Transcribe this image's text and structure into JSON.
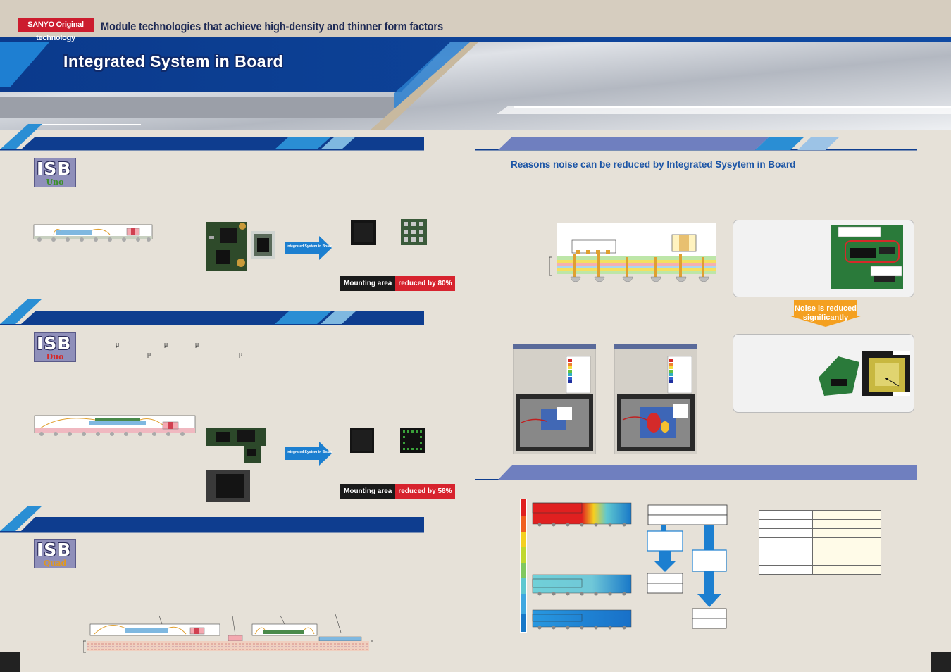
{
  "header": {
    "badge": "SANYO Original technology",
    "title": "Module technologies that achieve high-density and thinner form factors",
    "hero_title": "Integrated System in Board"
  },
  "sections": {
    "uno": {
      "logo_main": "ISB",
      "logo_sub": "Uno",
      "arrow_label": "Integrated System in Board",
      "mounting_area": "Mounting area",
      "reduction": "reduced by 80%"
    },
    "duo": {
      "logo_main": "ISB",
      "logo_sub": "Duo",
      "arrow_label": "Integrated System in Board",
      "mounting_area": "Mounting area",
      "reduction": "reduced by 58%",
      "micro_symbol": "μ"
    },
    "quad": {
      "logo_main": "ISB",
      "logo_sub": "Quad"
    }
  },
  "right": {
    "noise_heading": "Reasons noise can be reduced by Integrated Sysytem in Board",
    "noise_callout": "Noise is reduced significantly"
  },
  "colors": {
    "navy": "#0e3d8f",
    "accent_blue": "#2a8ed4",
    "light_blue": "#7fb8e0",
    "red": "#d7232e",
    "bg": "#e6e1d8"
  }
}
